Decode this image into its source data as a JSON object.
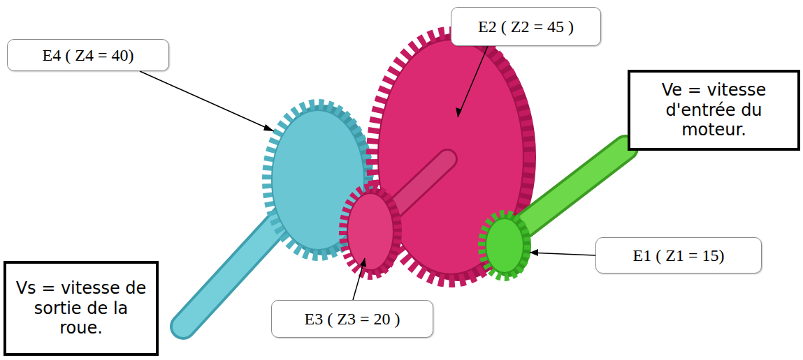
{
  "diagram": {
    "nodes": [
      {
        "text": [
          "E2 ( Z2 = 45 )"
        ]
      },
      {
        "text": [
          "E4 ( Z4 = 40)"
        ]
      },
      {
        "text": [
          "Ve = vitesse d'entrée du moteur."
        ]
      },
      {
        "text": [
          "E1 ( Z1 = 15)"
        ]
      },
      {
        "text": [
          "Vs = vitesse de sortie de la roue."
        ]
      },
      {
        "text": [
          "E3 ( Z3 = 20 )"
        ]
      }
    ]
  }
}
